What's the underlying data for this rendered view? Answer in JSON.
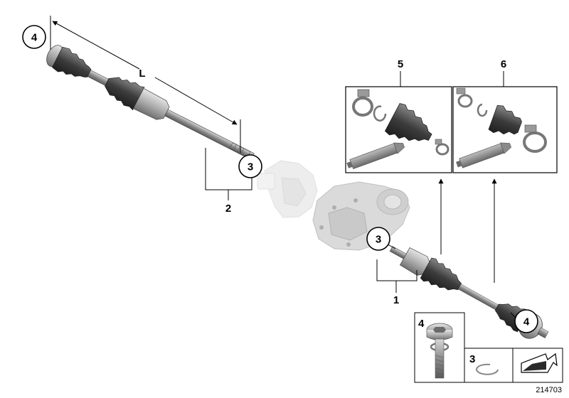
{
  "diagram": {
    "reference_number": "214703",
    "dimension_label": "L",
    "callouts": {
      "top_left_joint": "4",
      "left_circlip": "3",
      "left_group": "2",
      "right_circlip": "3",
      "right_group": "1",
      "right_joint": "4",
      "boot_kit_outer": "5",
      "boot_kit_inner": "6",
      "bolt_detail": "4",
      "circlip_detail": "3"
    }
  },
  "colors": {
    "line": "#000000",
    "shaft_gray": "#8a8a8a",
    "boot_dark": "#4a4a4a",
    "faded_part": "#d6d6d6",
    "metal_light": "#b5b5b5"
  }
}
